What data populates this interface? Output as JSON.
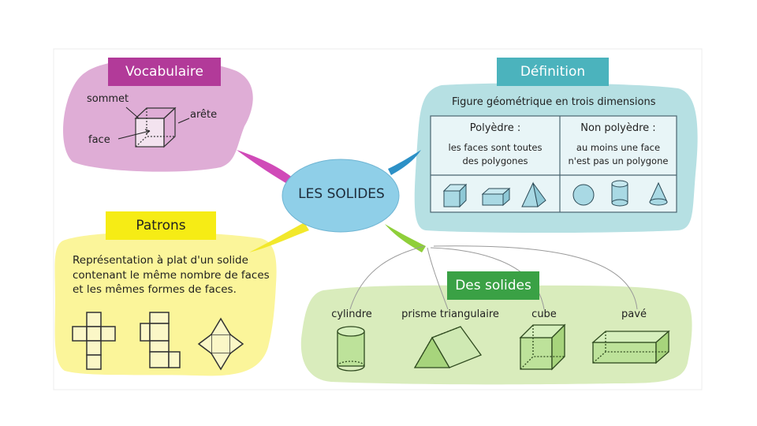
{
  "center": {
    "title": "LES SOLIDES"
  },
  "vocabulaire": {
    "title": "Vocabulaire",
    "labels": {
      "sommet": "sommet",
      "arete": "arête",
      "face": "face"
    }
  },
  "definition": {
    "title": "Définition",
    "subtitle": "Figure géométrique en trois dimensions",
    "polyedre": {
      "heading": "Polyèdre :",
      "line1": "les faces sont toutes",
      "line2": "des polygones"
    },
    "non_polyedre": {
      "heading": "Non polyèdre :",
      "line1": "au moins une face",
      "line2": "n'est pas un polygone"
    }
  },
  "patrons": {
    "title": "Patrons",
    "text_line1": "Représentation à plat d'un solide",
    "text_line2": "contenant le même nombre de faces",
    "text_line3": "et les mêmes formes de faces."
  },
  "des_solides": {
    "title": "Des solides",
    "items": [
      "cylindre",
      "prisme triangulaire",
      "cube",
      "pavé"
    ]
  },
  "colors": {
    "vocab_bg": "#dfadd6",
    "vocab_title": "#b23a99",
    "def_bg": "#b6e0e3",
    "def_title": "#4bb3bd",
    "pat_bg": "#fbf59a",
    "pat_title": "#f6ec15",
    "sol_bg": "#d9ecbc",
    "sol_title": "#3aa145",
    "center_bg": "#8fcfe8"
  }
}
